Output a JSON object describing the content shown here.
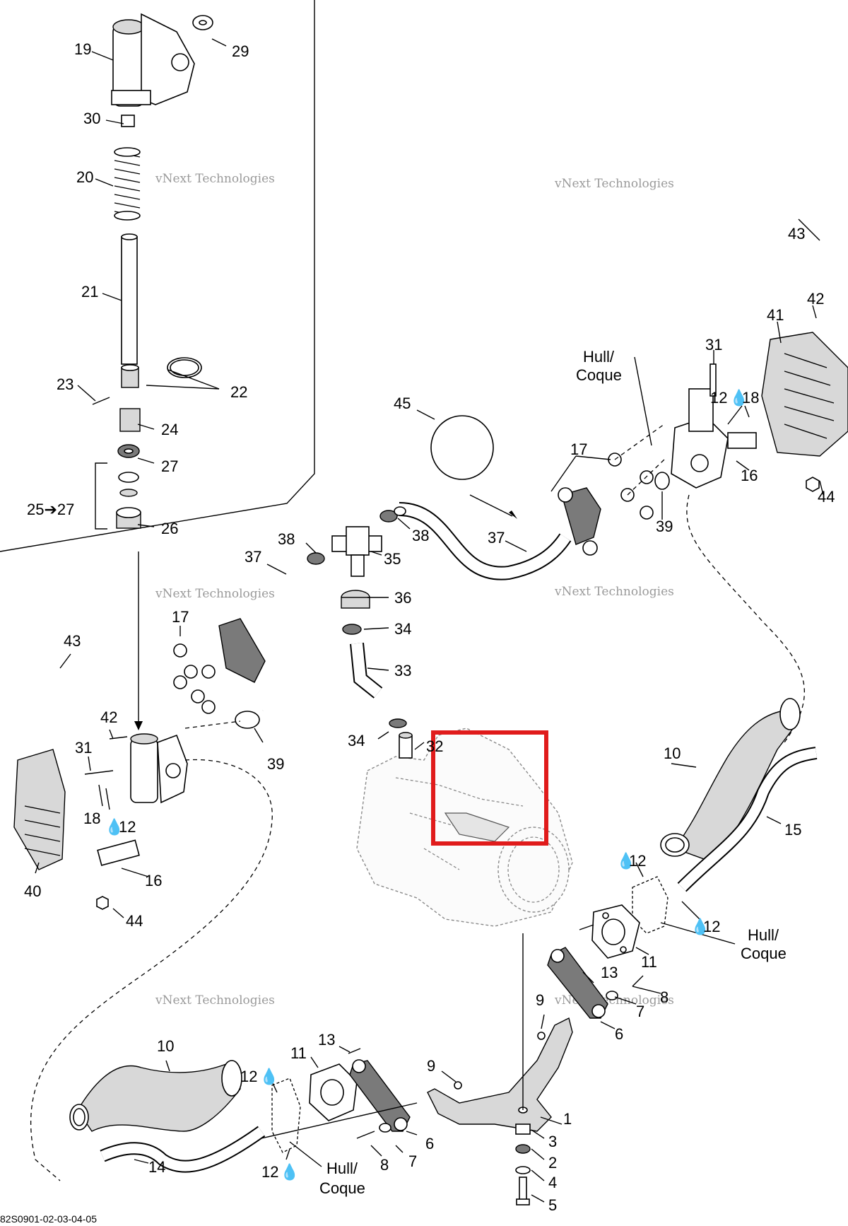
{
  "watermark": {
    "line1": "vNext",
    "line2": "vNext Technologies",
    "line3": "Technologies"
  },
  "callouts": {
    "n1": "1",
    "n2": "2",
    "n3": "3",
    "n4": "4",
    "n5": "5",
    "n6a": "6",
    "n6b": "6",
    "n7a": "7",
    "n7b": "7",
    "n8a": "8",
    "n8b": "8",
    "n9a": "9",
    "n9b": "9",
    "n10a": "10",
    "n10b": "10",
    "n11a": "11",
    "n11b": "11",
    "n12a": "12",
    "n12b": "12",
    "n12c": "12",
    "n12d": "12",
    "n12e": "12",
    "n12f": "12",
    "n13a": "13",
    "n13b": "13",
    "n14": "14",
    "n15": "15",
    "n16a": "16",
    "n16b": "16",
    "n17a": "17",
    "n17b": "17",
    "n18a": "18",
    "n18b": "18",
    "n19": "19",
    "n20": "20",
    "n21": "21",
    "n22": "22",
    "n23": "23",
    "n24": "24",
    "n25_27": "25➔27",
    "n26": "26",
    "n27": "27",
    "n29": "29",
    "n30": "30",
    "n31a": "31",
    "n31b": "31",
    "n32": "32",
    "n33": "33",
    "n34a": "34",
    "n34b": "34",
    "n35": "35",
    "n36": "36",
    "n37a": "37",
    "n37b": "37",
    "n38a": "38",
    "n38b": "38",
    "n39a": "39",
    "n39b": "39",
    "n40": "40",
    "n41": "41",
    "n42a": "42",
    "n42b": "42",
    "n43a": "43",
    "n43b": "43",
    "n44a": "44",
    "n44b": "44",
    "n45": "45"
  },
  "hull_labels": {
    "top": [
      "Hull/",
      "Coque"
    ],
    "mid": [
      "Hull/",
      "Coque"
    ],
    "bottom": [
      "Hull/",
      "Coque"
    ]
  },
  "figure_code": "82S0901-02-03-04-05",
  "highlight_color": "#e01b1b"
}
